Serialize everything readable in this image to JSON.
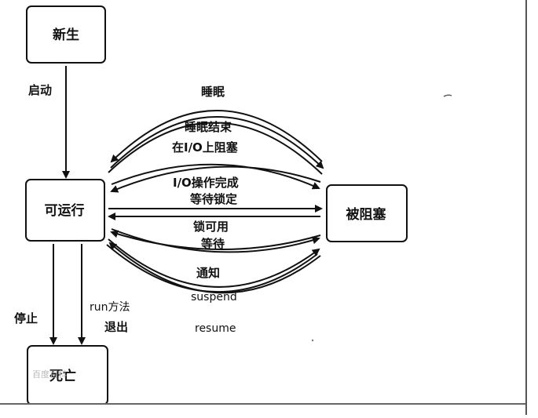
{
  "diagram": {
    "nodes": {
      "new": "新生",
      "runnable": "可运行",
      "blocked": "被阻塞",
      "dead": "死亡"
    },
    "edges": {
      "start": "启动",
      "stop": "停止",
      "run_exit_line1": "run方法",
      "run_exit_line2": "退出",
      "sleep": "睡眠",
      "sleep_end": "睡眠结束",
      "io_block": "在I/O上阻塞",
      "io_complete": "I/O操作完成",
      "wait_lock": "等待锁定",
      "lock_available": "锁可用",
      "wait": "等待",
      "notify": "通知",
      "suspend": "suspend",
      "resume": "resume"
    },
    "watermark": "百度百科"
  }
}
